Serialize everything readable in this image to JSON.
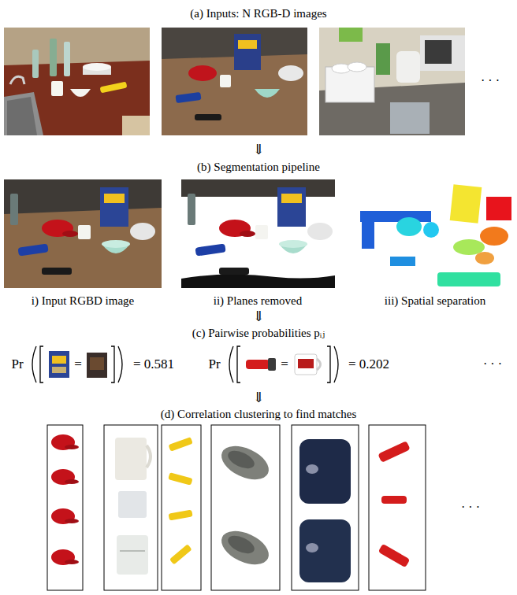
{
  "diagram": {
    "labels": [
      "(a) Inputs: N RGB-D images",
      "· · ·",
      "⇓",
      "(b) Segmentation pipeline",
      "i) Input RGBD image",
      "ii) Planes removed",
      "iii) Spatial separation",
      "⇓",
      "(c) Pairwise probabilities pᵢⱼ",
      "Pr",
      "=",
      "= 0.581",
      "Pr",
      "=",
      "= 0.202",
      "· · ·",
      "⇓",
      "(d) Correlation clustering to find matches",
      "· · ·"
    ]
  }
}
